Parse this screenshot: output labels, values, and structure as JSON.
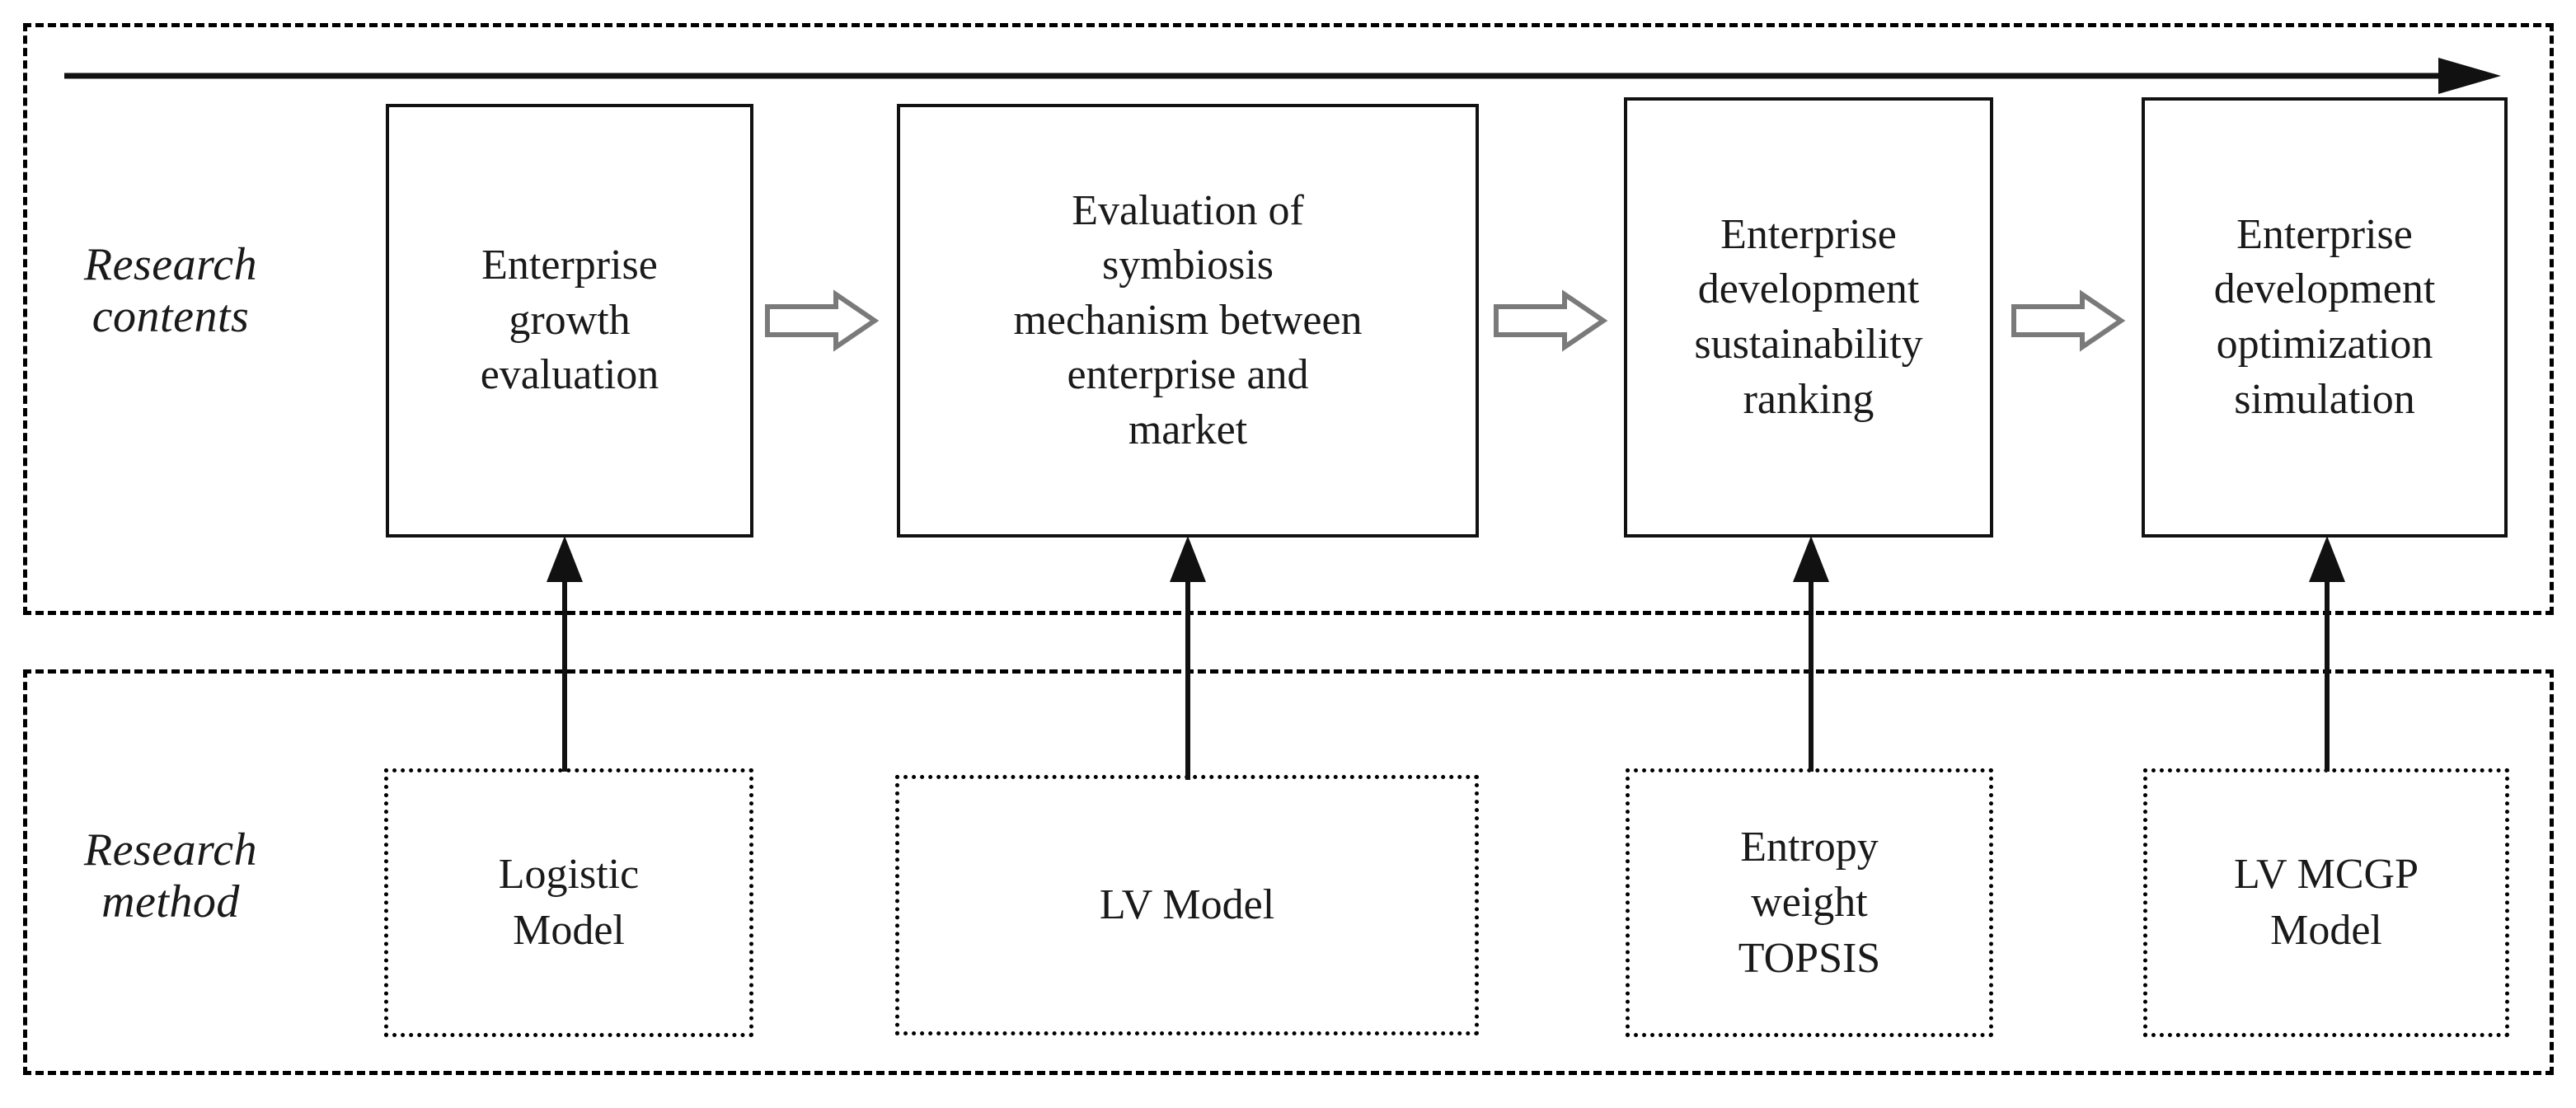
{
  "figure": {
    "type": "flow-diagram",
    "rows": [
      {
        "id": "research-contents",
        "label": "Research\ncontents",
        "border_style": "dashed",
        "boxes": [
          {
            "id": "enterprise-growth-evaluation",
            "label": "Enterprise\ngrowth\nevaluation"
          },
          {
            "id": "symbiosis-evaluation",
            "label": "Evaluation of\nsymbiosis\nmechanism between\nenterprise and\nmarket"
          },
          {
            "id": "sustainability-ranking",
            "label": "Enterprise\ndevelopment\nsustainability\nranking"
          },
          {
            "id": "optimization-simulation",
            "label": "Enterprise\ndevelopment\noptimization\nsimulation"
          }
        ]
      },
      {
        "id": "research-method",
        "label": "Research\nmethod",
        "border_style": "dotted",
        "boxes": [
          {
            "id": "logistic-model",
            "label": "Logistic\nModel"
          },
          {
            "id": "lv-model",
            "label": "LV Model"
          },
          {
            "id": "entropy-weight-topsis",
            "label": "Entropy\nweight\nTOPSIS"
          },
          {
            "id": "lv-mcgp-model",
            "label": "LV MCGP\nModel"
          }
        ]
      }
    ],
    "connectors": {
      "flow_arrow": {
        "name": "horizontal-progress-arrow",
        "direction": "left-to-right"
      },
      "block_arrows": [
        {
          "name": "block-arrow-growth-to-symbiosis",
          "direction": "right"
        },
        {
          "name": "block-arrow-symbiosis-to-ranking",
          "direction": "right"
        },
        {
          "name": "block-arrow-ranking-to-optimization",
          "direction": "right"
        }
      ],
      "method_arrows": [
        {
          "name": "arrow-logistic-to-growth",
          "direction": "up"
        },
        {
          "name": "arrow-lv-to-symbiosis",
          "direction": "up"
        },
        {
          "name": "arrow-entropy-to-ranking",
          "direction": "up"
        },
        {
          "name": "arrow-mcgp-to-optimization",
          "direction": "up"
        }
      ]
    },
    "colors": {
      "stroke": "#111111",
      "text": "#1a1a1a",
      "background": "#ffffff",
      "block_arrow_fill": "#ffffff",
      "block_arrow_stroke": "#7a7a7a"
    }
  }
}
